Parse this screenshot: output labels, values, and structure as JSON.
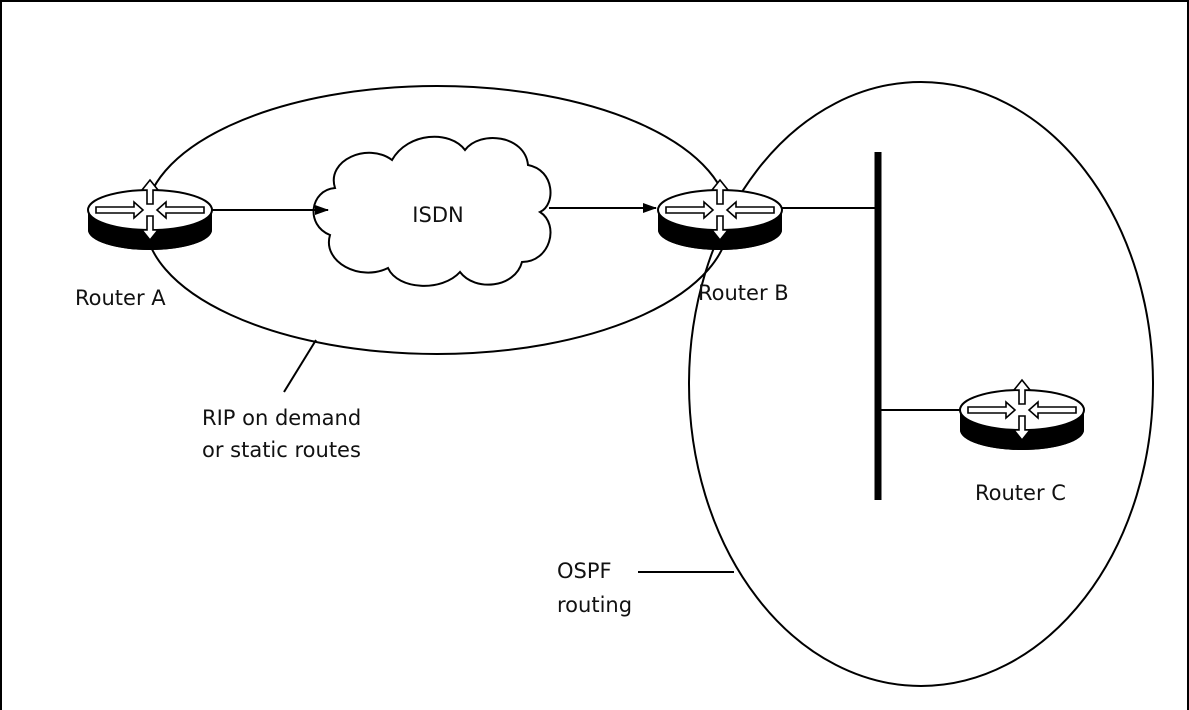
{
  "diagram": {
    "routers": {
      "a": "Router A",
      "b": "Router B",
      "c": "Router C"
    },
    "cloud_label": "ISDN",
    "rip_label": [
      "RIP on demand",
      "or static routes"
    ],
    "ospf_label": [
      "OSPF",
      "routing"
    ],
    "icons": [
      "router-icon",
      "cloud-icon"
    ],
    "colors": {
      "line": "#000000",
      "router_top": "#ffffff",
      "router_body": "#000000"
    }
  }
}
